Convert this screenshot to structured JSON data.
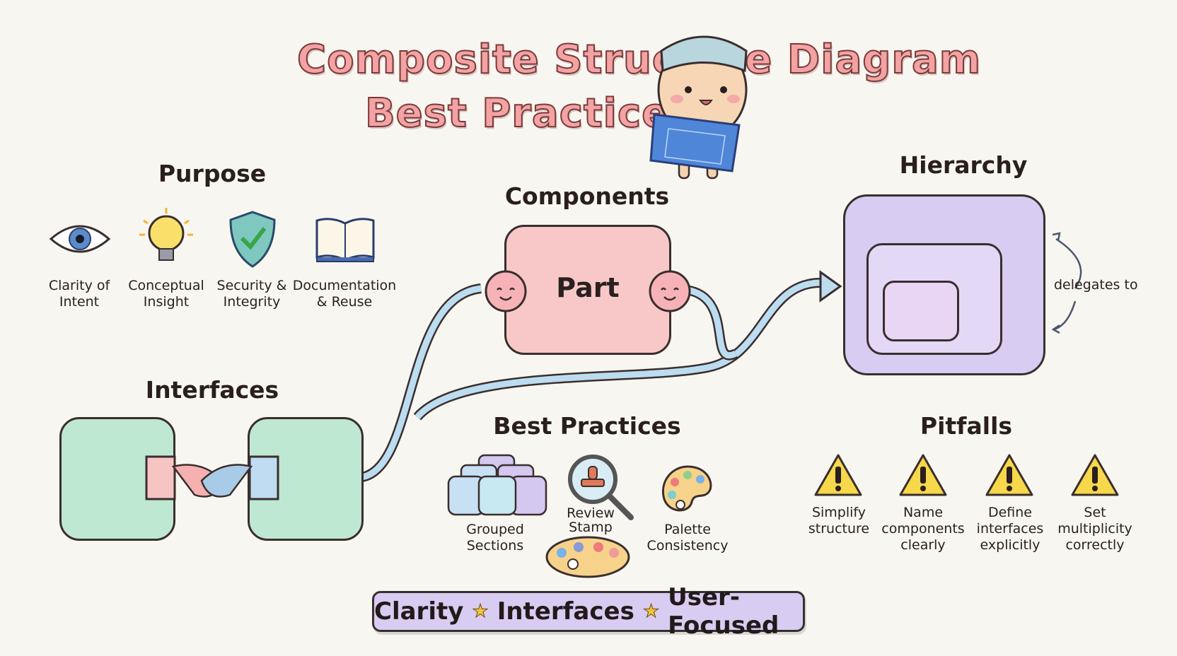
{
  "title": {
    "line1": "Composite Structure Diagram",
    "line2": "Best Practices"
  },
  "purpose": {
    "heading": "Purpose",
    "items": [
      {
        "icon": "eye-icon",
        "label": "Clarity of\nIntent"
      },
      {
        "icon": "lightbulb-icon",
        "label": "Conceptual\nInsight"
      },
      {
        "icon": "shield-check-icon",
        "label": "Security &\nIntegrity"
      },
      {
        "icon": "open-book-icon",
        "label": "Documentation\n& Reuse"
      }
    ]
  },
  "components": {
    "heading": "Components",
    "part_label": "Part"
  },
  "hierarchy": {
    "heading": "Hierarchy",
    "delegates_label": "delegates to"
  },
  "interfaces": {
    "heading": "Interfaces"
  },
  "best_practices": {
    "heading": "Best Practices",
    "items": [
      {
        "icon": "grouped-blocks-icon",
        "label": "Grouped\nSections"
      },
      {
        "icon": "magnifier-stamp-icon",
        "label": "Review\nStamp"
      },
      {
        "icon": "palette-icon",
        "label": "Palette\nConsistency"
      }
    ]
  },
  "pitfalls": {
    "heading": "Pitfalls",
    "items": [
      {
        "icon": "warning-icon",
        "label": "Simplify\nstructure"
      },
      {
        "icon": "warning-icon",
        "label": "Name\ncomponents\nclearly"
      },
      {
        "icon": "warning-icon",
        "label": "Define\ninterfaces\nexplicitly"
      },
      {
        "icon": "warning-icon",
        "label": "Set\nmultiplicity\ncorrectly"
      }
    ]
  },
  "banner": {
    "items": [
      "Clarity",
      "Interfaces",
      "User-Focused"
    ]
  },
  "colors": {
    "title": "#f3a3a3",
    "part": "#f8c8c8",
    "hierarchy": "#d9ccf2",
    "interface": "#bfe8d2",
    "wire": "#bcdcf0",
    "banner": "#d9ccf2"
  }
}
